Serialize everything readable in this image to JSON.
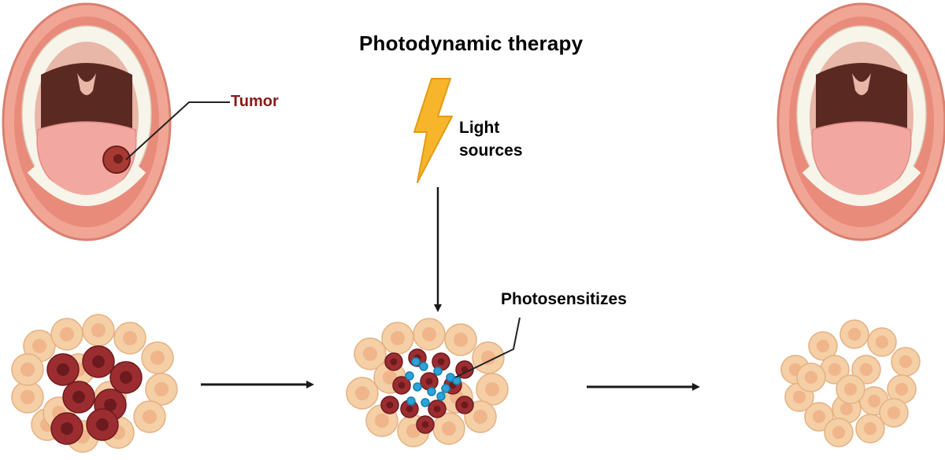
{
  "diagram": {
    "title": "Photodynamic therapy",
    "labels": {
      "tumor": "Tumor",
      "light_line1": "Light",
      "light_line2": "sources",
      "photosensitizers": "Photosensitizes"
    }
  },
  "colors": {
    "lip": "#f1a595",
    "lip_dark": "#d9806f",
    "throat": "#5a2a22",
    "palate": "#e8b7a8",
    "tongue": "#f2a8a0",
    "teeth": "#f7f4ea",
    "tumor": "#a63b34",
    "tumor_dark": "#6f1d1a",
    "cell": "#f5cfa5",
    "cell_edge": "#e4b184",
    "cell_nucleus": "#f0b58a",
    "cancer_cell": "#9b2d30",
    "cancer_cell_dark": "#6d1a1e",
    "photosensitizer": "#2aa3d8",
    "bolt": "#f6b52a",
    "arrow": "#1a1a1a"
  }
}
